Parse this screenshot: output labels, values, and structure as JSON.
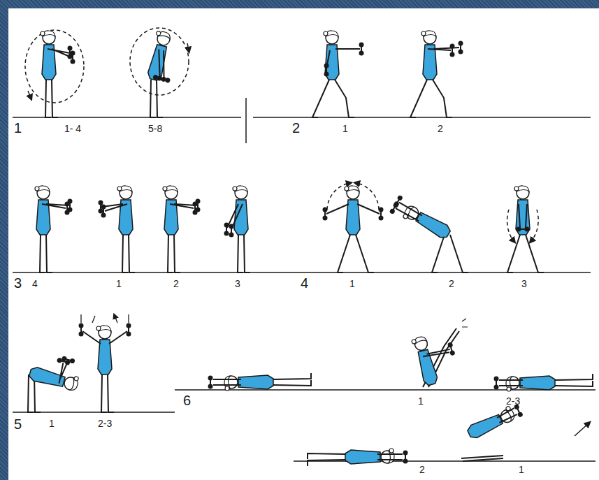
{
  "diagram": {
    "labels": [
      "1",
      "1- 4",
      "5-8",
      "2",
      "1",
      "2",
      "3",
      "4",
      "1",
      "2",
      "3",
      "4",
      "1",
      "2",
      "3",
      "5",
      "1",
      "2-3",
      "6",
      "1",
      "2-3",
      "2",
      "1"
    ]
  }
}
